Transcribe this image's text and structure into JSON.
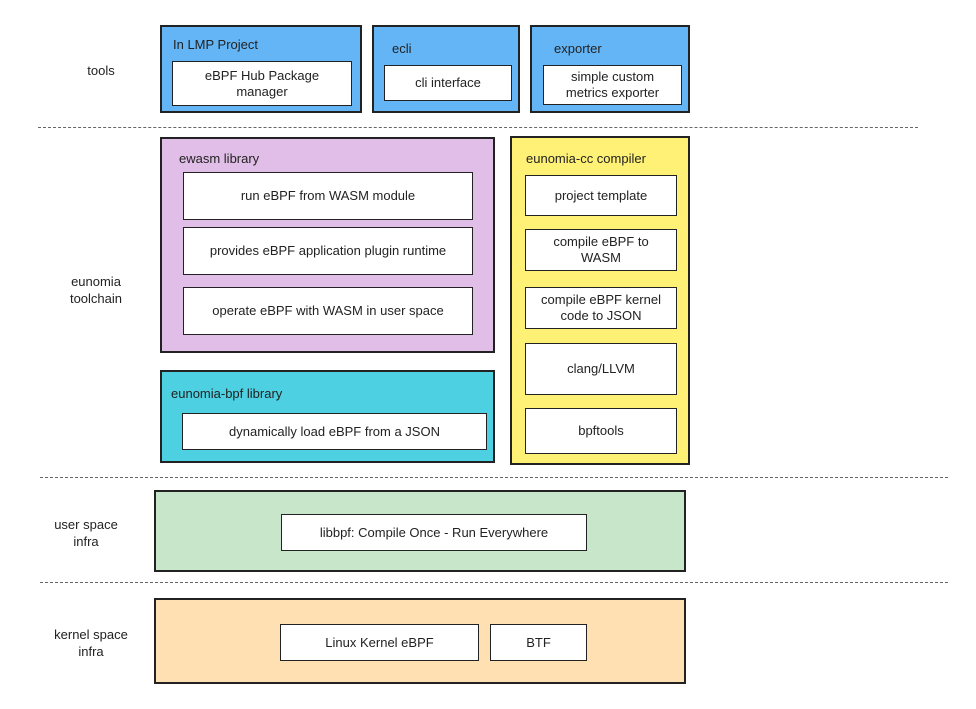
{
  "layers": {
    "tools": "tools",
    "toolchain": "eunomia\ntoolchain",
    "user_space": "user space\ninfra",
    "kernel_space": "kernel space\ninfra"
  },
  "colors": {
    "tools_blue": "#64b5f6",
    "ewasm_purple": "#e1bee7",
    "bpf_cyan": "#4dd0e1",
    "cc_yellow": "#fff176",
    "user_green": "#c8e6c9",
    "kernel_orange": "#ffe0b2"
  },
  "tools": {
    "lmp": {
      "title": "In LMP Project",
      "item": "eBPF Hub Package manager"
    },
    "ecli": {
      "title": "ecli",
      "item": "cli interface"
    },
    "exporter": {
      "title": "exporter",
      "item": "simple custom metrics exporter"
    }
  },
  "ewasm": {
    "title": "ewasm library",
    "items": [
      "run eBPF from WASM module",
      "provides eBPF application plugin runtime",
      "operate eBPF with WASM in user space"
    ]
  },
  "bpf_lib": {
    "title": "eunomia-bpf library",
    "item": "dynamically load eBPF from a JSON"
  },
  "cc": {
    "title": "eunomia-cc compiler",
    "items": [
      "project template",
      "compile eBPF to WASM",
      "compile eBPF kernel code to JSON",
      "clang/LLVM",
      "bpftools"
    ]
  },
  "user_infra": {
    "item": "libbpf: Compile Once - Run Everywhere"
  },
  "kernel_infra": {
    "items": [
      "Linux Kernel eBPF",
      "BTF"
    ]
  }
}
